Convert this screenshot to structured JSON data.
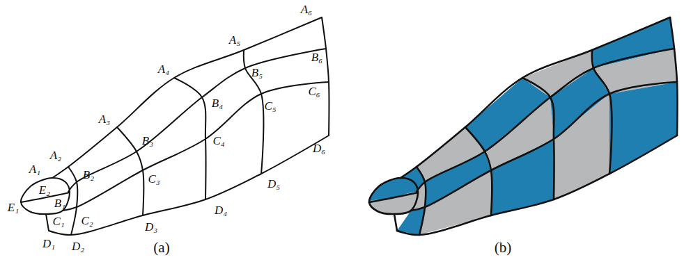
{
  "diagram": {
    "labels": [
      "A₆",
      "A₅",
      "B₆",
      "A₄",
      "B₅",
      "C₆",
      "B₄",
      "C₅",
      "A₃",
      "B₃",
      "C₄",
      "A₂",
      "A₁",
      "E₂",
      "B₁",
      "B₂",
      "C₃",
      "D₆",
      "D₅",
      "E₁",
      "C₁",
      "C₂",
      "D₄",
      "D₃",
      "D₁",
      "D₂",
      "(a)",
      "(b)"
    ]
  }
}
